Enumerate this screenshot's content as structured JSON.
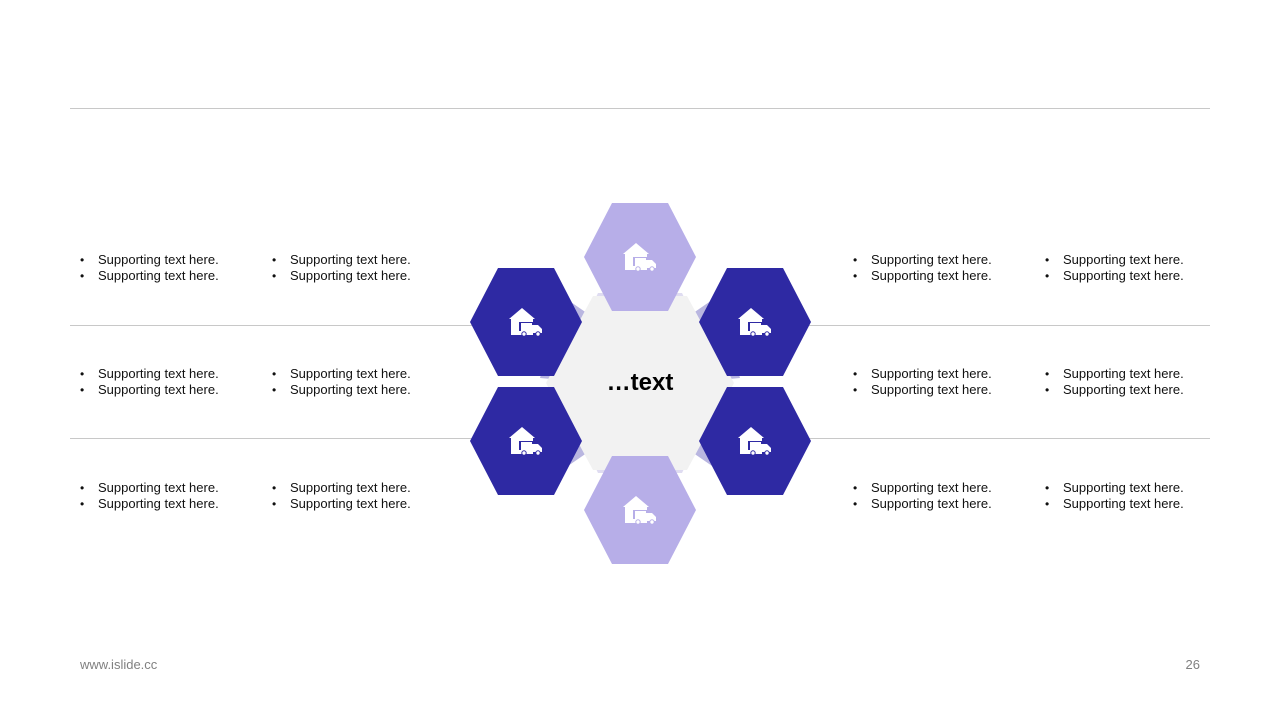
{
  "colors": {
    "dark_hex": "#2e29a3",
    "light_hex": "#b7aee8",
    "connector": "#b9b6e0",
    "connector_light": "#dfdcf1",
    "center": "#f2f2f2",
    "rule": "#c8c8c8"
  },
  "diagram": {
    "center_label": "…text",
    "nodes": [
      {
        "position": "top",
        "style": "light",
        "icon": "warehouse-truck-icon"
      },
      {
        "position": "upper-left",
        "style": "dark",
        "icon": "warehouse-truck-icon"
      },
      {
        "position": "upper-right",
        "style": "dark",
        "icon": "warehouse-truck-icon"
      },
      {
        "position": "lower-left",
        "style": "dark",
        "icon": "warehouse-truck-icon"
      },
      {
        "position": "lower-right",
        "style": "dark",
        "icon": "warehouse-truck-icon"
      },
      {
        "position": "bottom",
        "style": "light",
        "icon": "warehouse-truck-icon"
      }
    ]
  },
  "lists": {
    "left": [
      {
        "col1": [
          "Supporting  text here.",
          "Supporting  text here."
        ],
        "col2": [
          "Supporting  text here.",
          "Supporting  text here."
        ]
      },
      {
        "col1": [
          "Supporting  text here.",
          "Supporting  text here."
        ],
        "col2": [
          "Supporting  text here.",
          "Supporting  text here."
        ]
      },
      {
        "col1": [
          "Supporting  text here.",
          "Supporting  text here."
        ],
        "col2": [
          "Supporting  text here.",
          "Supporting  text here."
        ]
      }
    ],
    "right": [
      {
        "col1": [
          "Supporting  text here.",
          "Supporting  text here."
        ],
        "col2": [
          "Supporting  text here.",
          "Supporting  text here."
        ]
      },
      {
        "col1": [
          "Supporting  text here.",
          "Supporting  text here."
        ],
        "col2": [
          "Supporting  text here.",
          "Supporting  text here."
        ]
      },
      {
        "col1": [
          "Supporting  text here.",
          "Supporting  text here."
        ],
        "col2": [
          "Supporting  text here.",
          "Supporting  text here."
        ]
      }
    ]
  },
  "footer": {
    "website": "www.islide.cc",
    "page_number": "26"
  }
}
